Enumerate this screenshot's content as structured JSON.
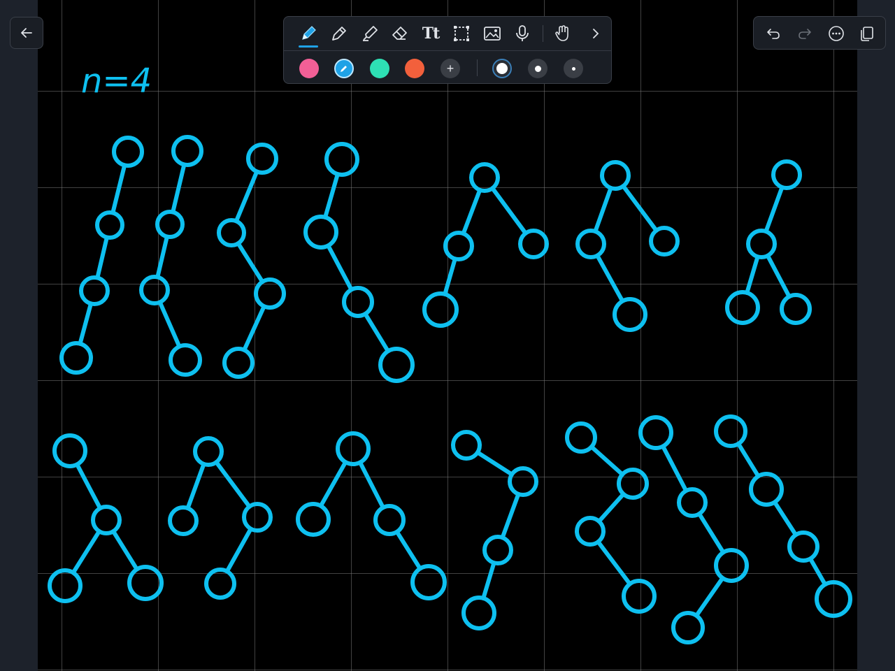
{
  "app": {
    "icons": {
      "back": "arrow-left-icon",
      "undo": "undo-icon",
      "redo": "redo-icon",
      "more": "more-options-icon",
      "pages": "pages-icon"
    }
  },
  "toolbar": {
    "tools": [
      {
        "name": "pen-tool",
        "icon": "pen-icon",
        "active": true
      },
      {
        "name": "pencil-tool",
        "icon": "pencil-icon",
        "active": false
      },
      {
        "name": "highlighter-tool",
        "icon": "highlighter-icon",
        "active": false
      },
      {
        "name": "eraser-tool",
        "icon": "eraser-icon",
        "active": false
      },
      {
        "name": "text-tool",
        "icon": "text-icon",
        "label": "Tt",
        "active": false
      },
      {
        "name": "lasso-select-tool",
        "icon": "selection-icon",
        "active": false
      },
      {
        "name": "image-tool",
        "icon": "image-icon",
        "active": false
      },
      {
        "name": "voice-tool",
        "icon": "microphone-icon",
        "active": false
      },
      {
        "name": "hand-tool",
        "icon": "hand-icon",
        "active": false
      },
      {
        "name": "more-tools",
        "icon": "chevron-right-icon",
        "active": false
      }
    ],
    "colors": [
      {
        "name": "pink",
        "hex": "#f25f96"
      },
      {
        "name": "blue",
        "hex": "#1fa2e6",
        "selected": true
      },
      {
        "name": "teal",
        "hex": "#2ee0b4"
      },
      {
        "name": "orange",
        "hex": "#f2603c"
      }
    ],
    "add_color_label": "+",
    "sizes": [
      "large",
      "medium",
      "small"
    ],
    "selected_size": "large"
  },
  "drawing": {
    "ink_color": "#0ec0f0",
    "label": "n=4"
  }
}
